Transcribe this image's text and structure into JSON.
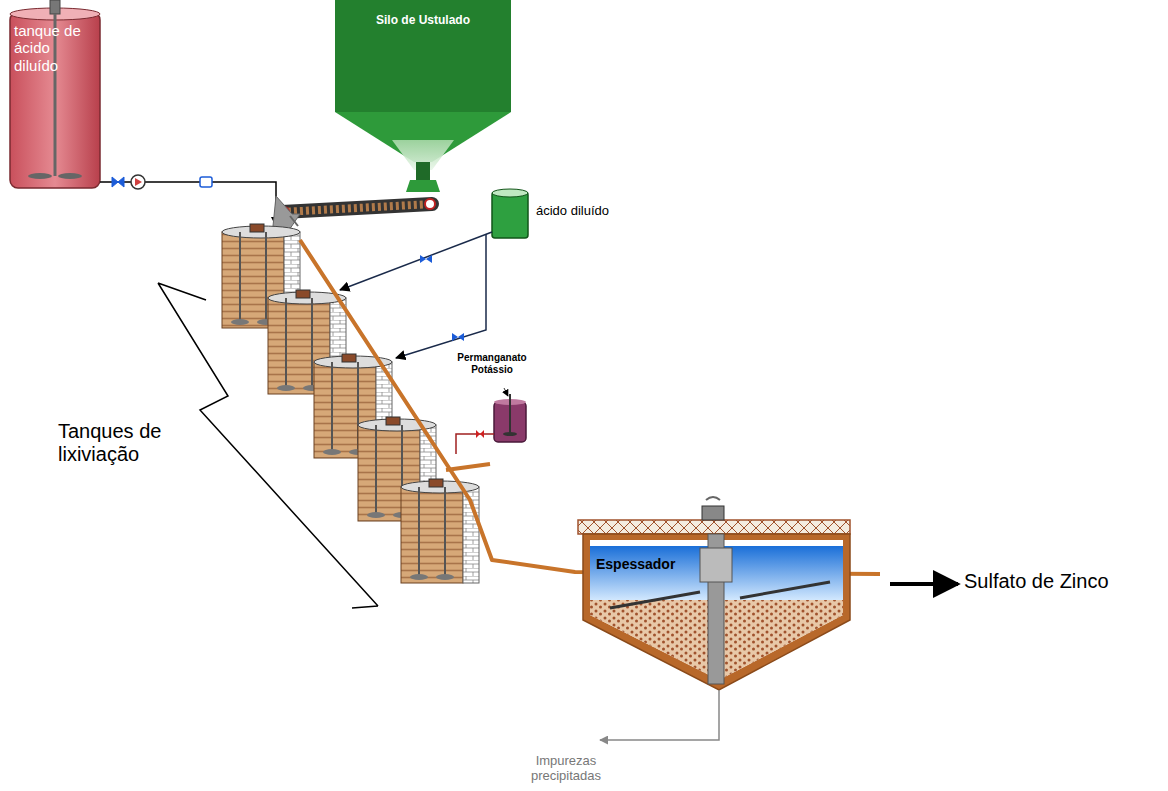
{
  "diagram": {
    "nodes": [
      {
        "text": [
          "tanque de ácido diluído"
        ]
      },
      {
        "text": [
          "Silo de Ustulado"
        ]
      },
      {
        "text": [
          "ácido diluído"
        ]
      },
      {
        "text": [
          "Permanganato Potássio"
        ]
      },
      {
        "text": [
          "Espessador"
        ]
      }
    ],
    "labels": [
      "Tanques de lixiviação",
      "Sulfato de Zinco",
      "Impurezas precipitadas"
    ]
  }
}
